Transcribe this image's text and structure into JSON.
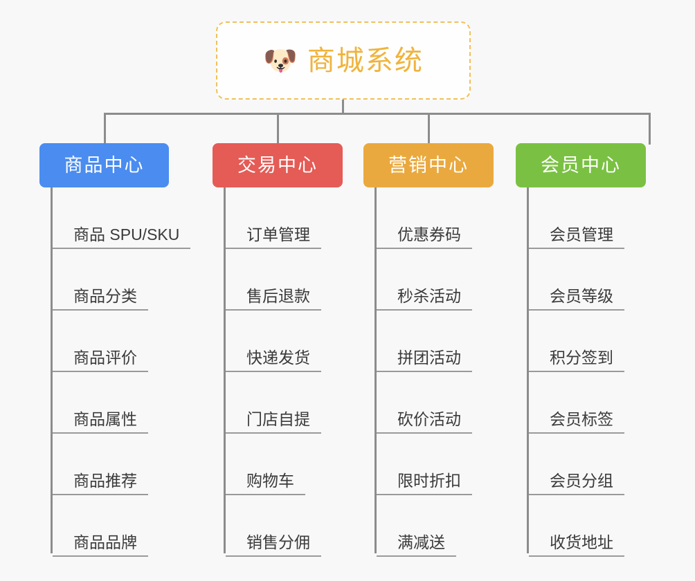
{
  "diagram": {
    "title": "商城系统",
    "root": {
      "icon": "shiba-dog-face-emoji",
      "icon_glyph": "🐶",
      "label": "商城系统",
      "text_color": "#f0b33c",
      "border_color": "#f0c05a",
      "background": "#fefefe"
    },
    "canvas_background": "#f8f8f8",
    "connector_color": "#8c8c8c",
    "leaf_text_color": "#3a3a3a",
    "leaf_underline_color": "#9a9a9a",
    "branches": [
      {
        "label": "商品中心",
        "color": "#4a8cf0",
        "items": [
          "商品 SPU/SKU",
          "商品分类",
          "商品评价",
          "商品属性",
          "商品推荐",
          "商品品牌"
        ]
      },
      {
        "label": "交易中心",
        "color": "#e55b56",
        "items": [
          "订单管理",
          "售后退款",
          "快递发货",
          "门店自提",
          "购物车",
          "销售分佣"
        ]
      },
      {
        "label": "营销中心",
        "color": "#eaa93e",
        "items": [
          "优惠券码",
          "秒杀活动",
          "拼团活动",
          "砍价活动",
          "限时折扣",
          "满减送"
        ]
      },
      {
        "label": "会员中心",
        "color": "#7ac143",
        "items": [
          "会员管理",
          "会员等级",
          "积分签到",
          "会员标签",
          "会员分组",
          "收货地址"
        ]
      }
    ]
  }
}
